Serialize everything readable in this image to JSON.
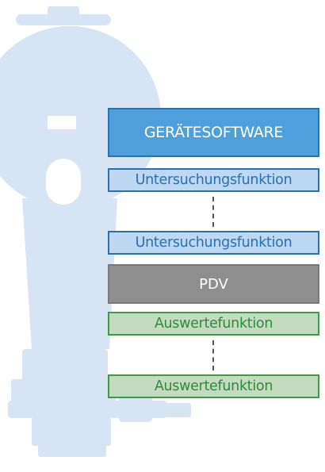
{
  "colors": {
    "background": "#ffffff",
    "silhouette": "#d6e4f4",
    "software_fill": "#4da0dc",
    "software_border": "#2a6fb2",
    "software_text": "#ffffff",
    "exam_fill": "#bcd8f2",
    "exam_border": "#2a6fb2",
    "exam_text": "#2a6fb2",
    "pdv_fill": "#8e8e8e",
    "pdv_border": "#7a7a7a",
    "pdv_text": "#ffffff",
    "eval_fill": "#c3dbbf",
    "eval_border": "#3c9a4a",
    "eval_text": "#2f8a3c",
    "connector": "#555555"
  },
  "diagram": {
    "software": "GERÄTESOFTWARE",
    "exam_functions": [
      "Untersuchungsfunktion",
      "Untersuchungsfunktion"
    ],
    "pdv": "PDV",
    "eval_functions": [
      "Auswertefunktion",
      "Auswertefunktion"
    ]
  }
}
